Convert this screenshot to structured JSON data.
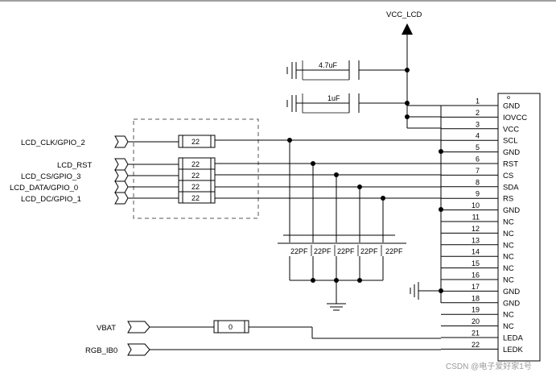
{
  "power": {
    "vcc_lcd": "VCC_LCD"
  },
  "capacitors": {
    "c1": "4.7uF",
    "c2": "1uF"
  },
  "filter_caps": [
    "22PF",
    "22PF",
    "22PF",
    "22PF",
    "22PF"
  ],
  "signals": {
    "lcd_clk": "LCD_CLK/GPIO_2",
    "lcd_rst": "LCD_RST",
    "lcd_cs": "LCD_CS/GPIO_3",
    "lcd_data": "LCD_DATA/GPIO_0",
    "lcd_dc": "LCD_DC/GPIO_1",
    "vbat": "VBAT",
    "rgb": "RGB_IB0"
  },
  "resistors": {
    "r_clk": "22",
    "r_rst": "22",
    "r_cs": "22",
    "r_data": "22",
    "r_dc": "22",
    "r_bl": "0"
  },
  "connector_pins": [
    {
      "num": "1",
      "name": "GND"
    },
    {
      "num": "2",
      "name": "IOVCC"
    },
    {
      "num": "3",
      "name": "VCC"
    },
    {
      "num": "4",
      "name": "SCL"
    },
    {
      "num": "5",
      "name": "GND"
    },
    {
      "num": "6",
      "name": "RST"
    },
    {
      "num": "7",
      "name": "CS"
    },
    {
      "num": "8",
      "name": "SDA"
    },
    {
      "num": "9",
      "name": "RS"
    },
    {
      "num": "10",
      "name": "GND"
    },
    {
      "num": "11",
      "name": "NC"
    },
    {
      "num": "12",
      "name": "NC"
    },
    {
      "num": "13",
      "name": "NC"
    },
    {
      "num": "14",
      "name": "NC"
    },
    {
      "num": "15",
      "name": "NC"
    },
    {
      "num": "16",
      "name": "NC"
    },
    {
      "num": "17",
      "name": "GND"
    },
    {
      "num": "18",
      "name": "GND"
    },
    {
      "num": "19",
      "name": "NC"
    },
    {
      "num": "20",
      "name": "NC"
    },
    {
      "num": "21",
      "name": "LEDA"
    },
    {
      "num": "22",
      "name": "LEDK"
    }
  ],
  "watermark": "CSDN @电子爱好家1号"
}
